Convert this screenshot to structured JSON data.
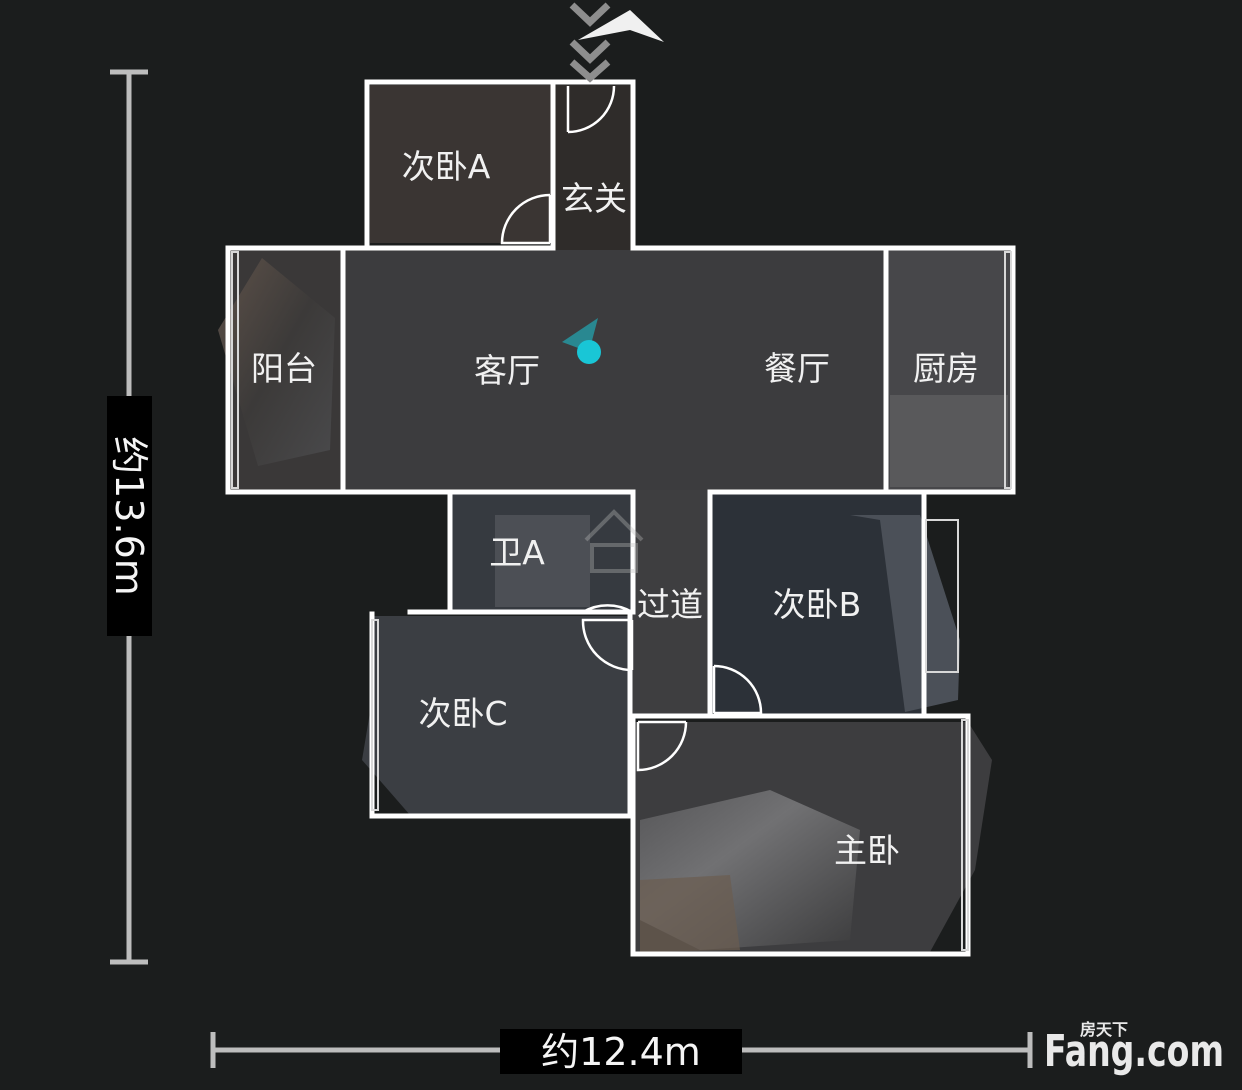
{
  "rooms": {
    "bedroom_a": "次卧A",
    "foyer": "玄关",
    "balcony": "阳台",
    "living_room": "客厅",
    "dining_room": "餐厅",
    "kitchen": "厨房",
    "bathroom_a": "卫A",
    "corridor": "过道",
    "bedroom_b": "次卧B",
    "bedroom_c": "次卧C",
    "master_bedroom": "主卧"
  },
  "dimensions": {
    "height": "约13.6m",
    "width": "约12.4m"
  },
  "logo": {
    "main": "Fang.com",
    "sub": "房天下"
  },
  "colors": {
    "background": "#1b1d1d",
    "walls": "#ffffff",
    "position_marker": "#19c6d6"
  }
}
